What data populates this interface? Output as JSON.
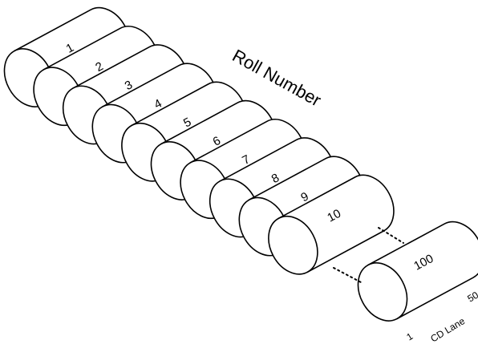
{
  "title": "Roll Number",
  "rolls": [
    "1",
    "2",
    "3",
    "4",
    "5",
    "6",
    "7",
    "8",
    "9",
    "10",
    "100"
  ],
  "lane_axis": {
    "label": "CD Lane",
    "start": "1",
    "end": "50"
  }
}
